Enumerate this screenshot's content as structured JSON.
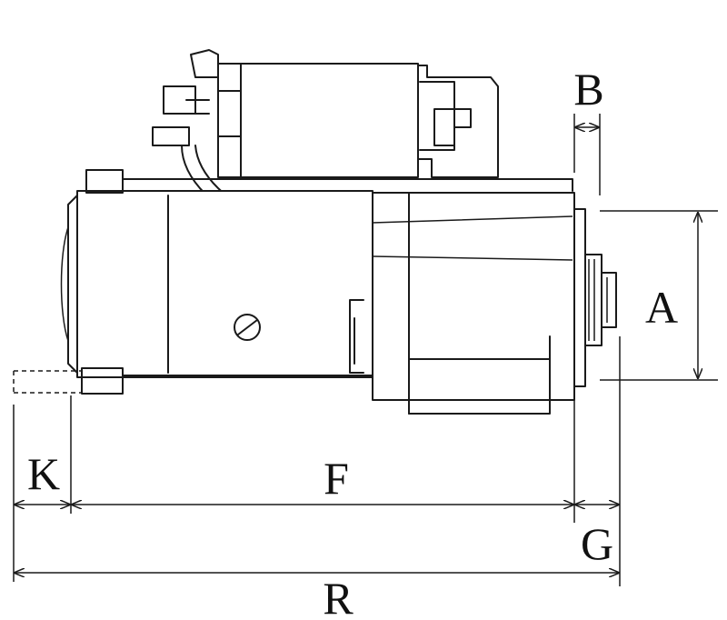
{
  "diagram": {
    "subject": "starter-motor",
    "dimension_labels": {
      "A": "A",
      "B": "B",
      "F": "F",
      "G": "G",
      "K": "K",
      "R": "R"
    },
    "line_color": "#1a1a1a",
    "background": "#ffffff"
  }
}
